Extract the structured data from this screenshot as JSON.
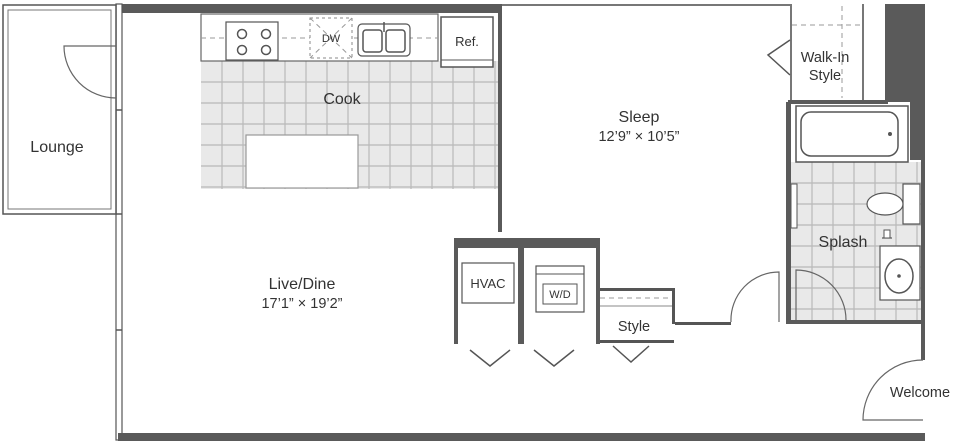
{
  "rooms": {
    "lounge": {
      "name": "Lounge"
    },
    "cook": {
      "name": "Cook"
    },
    "sleep": {
      "name": "Sleep",
      "dims": "12’9” × 10’5”"
    },
    "live_dine": {
      "name": "Live/Dine",
      "dims": "17’1” × 19’2”"
    },
    "walk_in": {
      "line1": "Walk-In",
      "line2": "Style"
    },
    "splash": {
      "name": "Splash"
    },
    "hvac": {
      "name": "HVAC"
    },
    "wd": {
      "name": "W/D"
    },
    "style": {
      "name": "Style"
    },
    "welcome": {
      "name": "Welcome"
    }
  },
  "appliances": {
    "dishwasher": "DW",
    "refrigerator": "Ref."
  },
  "colors": {
    "wall": "#5a5a5a",
    "tile_fill": "#e9e9e9",
    "tile_grid": "#b9b9b9",
    "text": "#333333"
  }
}
